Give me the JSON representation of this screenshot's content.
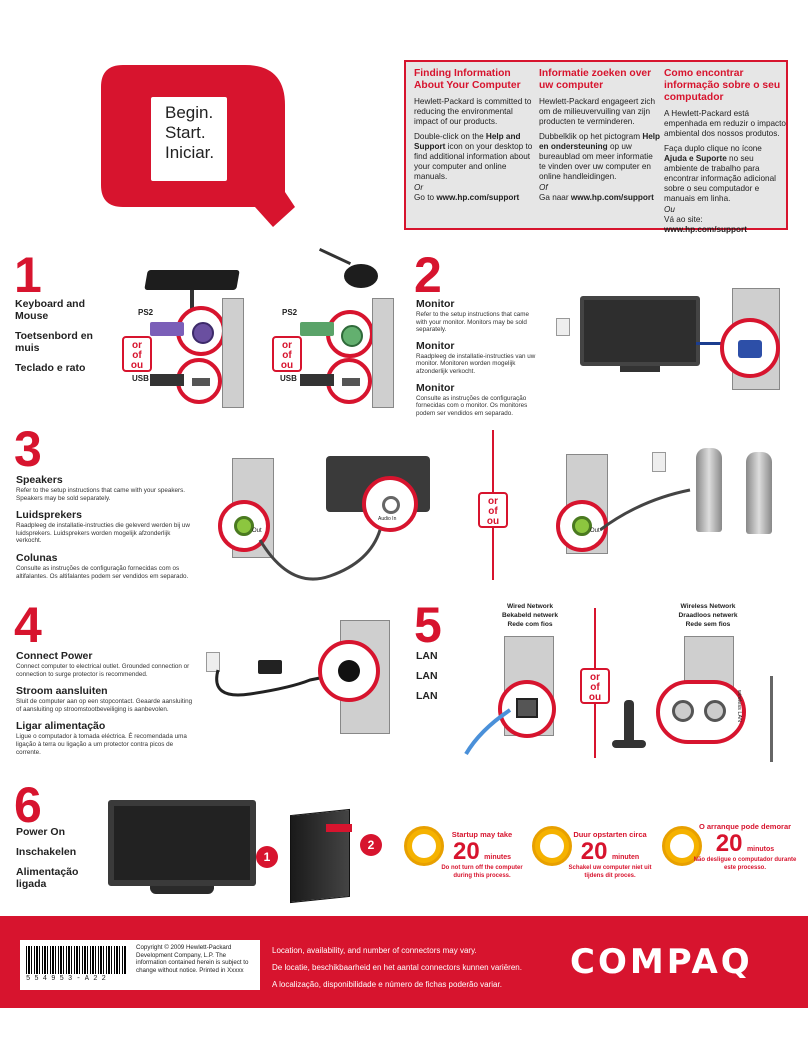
{
  "logo": {
    "lines": [
      "Begin.",
      "Start.",
      "Iniciar."
    ]
  },
  "info": {
    "en": {
      "heading": "Finding Information About Your Computer",
      "p1": "Hewlett-Packard is committed to reducing the environmental impact of our products.",
      "p2_pre": "Double-click on the ",
      "p2_bold": "Help and Support",
      "p2_post": " icon on your desktop to find additional information about your computer and online manuals.",
      "or": "Or",
      "goto_pre": "Go to ",
      "goto_url": "www.hp.com/support"
    },
    "nl": {
      "heading": "Informatie zoeken over uw computer",
      "p1": "Hewlett-Packard engageert zich om de milieuvervuiling van zijn producten te verminderen.",
      "p2_pre": "Dubbelklik op het pictogram ",
      "p2_bold": "Help en ondersteuning",
      "p2_post": " op uw bureaublad om meer informatie te vinden over uw computer en online handleidingen.",
      "or": "Of",
      "goto_pre": "Ga naar ",
      "goto_url": "www.hp.com/support"
    },
    "pt": {
      "heading": "Como encontrar informação sobre o seu computador",
      "p1": "A Hewlett-Packard está empenhada em reduzir o impacto ambiental dos nossos produtos.",
      "p2_pre": "Faça duplo clique no ícone ",
      "p2_bold": "Ajuda e Suporte",
      "p2_post": " no seu ambiente de trabalho para encontrar informação adicional sobre o seu computador e manuais em linha.",
      "or": "Ou",
      "goto_pre": "Vá ao site: ",
      "goto_url": "www.hp.com/support"
    }
  },
  "step1": {
    "number": "1",
    "labels": [
      "Keyboard and Mouse",
      "Toetsenbord en muis",
      "Teclado e rato"
    ],
    "ps2": "PS2",
    "usb": "USB",
    "or": [
      "or",
      "of",
      "ou"
    ]
  },
  "step2": {
    "number": "2",
    "items": [
      {
        "title": "Monitor",
        "desc": "Refer to the setup instructions that came with your monitor. Monitors may be sold separately."
      },
      {
        "title": "Monitor",
        "desc": "Raadpleeg de installatie-instructies van uw monitor. Monitoren worden mogelijk afzonderlijk verkocht."
      },
      {
        "title": "Monitor",
        "desc": "Consulte as instruções de configuração fornecidas com o monitor. Os monitores podem ser vendidos em separado."
      }
    ]
  },
  "step3": {
    "number": "3",
    "items": [
      {
        "title": "Speakers",
        "desc": "Refer to the setup instructions that came with your speakers. Speakers may be sold separately."
      },
      {
        "title": "Luidsprekers",
        "desc": "Raadpleeg de installatie-instructies die geleverd werden bij uw luidsprekers. Luidsprekers worden mogelijk afzonderlijk verkocht."
      },
      {
        "title": "Colunas",
        "desc": "Consulte as instruções de configuração fornecidas com os altifalantes. Os altifalantes podem ser vendidos em separado."
      }
    ],
    "out": "Out",
    "audio_in": "Audio In",
    "or": [
      "or",
      "of",
      "ou"
    ]
  },
  "step4": {
    "number": "4",
    "items": [
      {
        "title": "Connect Power",
        "desc": "Connect computer to electrical outlet. Grounded connection or connection to surge protector is recommended."
      },
      {
        "title": "Stroom aansluiten",
        "desc": "Sluit de computer aan op een stopcontact. Geaarde aansluiting of aansluiting op stroomstootbeveiliging is aanbevolen."
      },
      {
        "title": "Ligar alimentação",
        "desc": "Ligue o computador à tomada eléctrica. É recomendada uma ligação à terra ou ligação a um protector contra picos de corrente."
      }
    ]
  },
  "step5": {
    "number": "5",
    "labels": [
      "LAN",
      "LAN",
      "LAN"
    ],
    "wired": [
      "Wired Network",
      "Bekabeld netwerk",
      "Rede com fios"
    ],
    "wireless": [
      "Wireless Network",
      "Draadloos netwerk",
      "Rede sem fios"
    ],
    "wireless_lan": "wireless LAN",
    "or": [
      "or",
      "of",
      "ou"
    ]
  },
  "step6": {
    "number": "6",
    "labels": [
      "Power On",
      "Inschakelen",
      "Alimentação ligada"
    ],
    "callouts": [
      "1",
      "2"
    ],
    "timers": [
      {
        "top": "Startup may take",
        "num": "20",
        "unit": "minutes",
        "bottom": "Do not turn off the computer during this process."
      },
      {
        "top": "Duur opstarten circa",
        "num": "20",
        "unit": "minuten",
        "bottom": "Schakel uw computer niet uit tijdens dit proces."
      },
      {
        "top": "O arranque pode demorar",
        "num": "20",
        "unit": "minutos",
        "bottom": "Não desligue o computador durante este processo."
      }
    ]
  },
  "footer": {
    "barcode": "5 5 4 9 5 3 - A 2 2",
    "copyright": "Copyright © 2009 Hewlett-Packard Development Company, L.P. The information contained herein is subject to change without notice. Printed in Xxxxx",
    "notes": [
      "Location, availability, and number of connectors may vary.",
      "De locatie, beschikbaarheid en het aantal connectors kunnen variëren.",
      "A localização, disponibilidade e número de fichas poderão variar."
    ],
    "brand": "COMPAQ"
  },
  "colors": {
    "accent": "#d7142e",
    "clock": "#f5b200",
    "gray_box": "#e6e6e6"
  }
}
